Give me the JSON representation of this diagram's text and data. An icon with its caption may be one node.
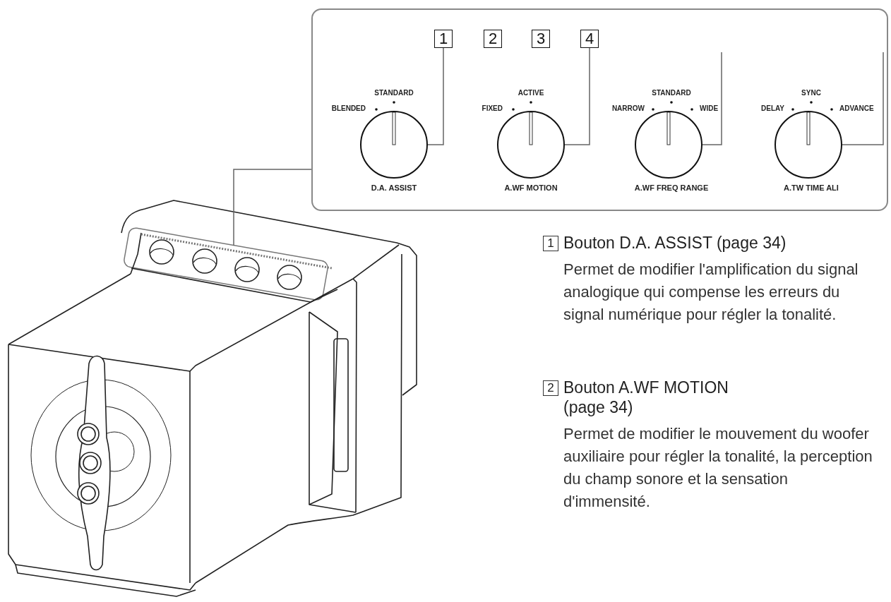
{
  "diagram": {
    "nodes": [
      {
        "text": [],
        "shape": "box"
      },
      {
        "text": [
          "1"
        ],
        "in": 0
      },
      {
        "text": [
          "2"
        ],
        "in": 0
      },
      {
        "text": [
          "3"
        ],
        "in": 0
      },
      {
        "text": [
          "4"
        ],
        "in": 0
      },
      {
        "text": [],
        "shape": "circle",
        "in": 0,
        "beside": [
          "BLENDED",
          "STANDARD",
          "D.A. ASSIST"
        ]
      },
      {
        "text": [],
        "shape": "circle",
        "in": 0,
        "beside": [
          "FIXED",
          "ACTIVE",
          "A.WF MOTION"
        ]
      },
      {
        "text": [],
        "shape": "circle",
        "in": 0,
        "beside": [
          "NARROW",
          "STANDARD",
          "WIDE",
          "A.WF FREQ RANGE"
        ]
      },
      {
        "text": [],
        "shape": "circle",
        "in": 0,
        "beside": [
          "DELAY",
          "SYNC",
          "ADVANCE",
          "A.TW TIME ALI"
        ]
      },
      {
        "text": [],
        "shape": "box"
      }
    ],
    "edges": [
      {
        "from": 1,
        "to": 5,
        "arrow": "none"
      },
      {
        "from": 4,
        "to": 6,
        "arrow": "none"
      },
      {
        "from": null,
        "to": 7,
        "arrow": "none"
      },
      {
        "from": null,
        "to": 8,
        "arrow": "none"
      },
      {
        "from": 0,
        "to": 9,
        "arrow": "none"
      }
    ],
    "labels": [
      "1",
      "Bouton D.A. ASSIST (page 34)",
      "Permet de modifier l'amplification du signal analogique qui compense les erreurs du signal numérique pour régler la tonalité.",
      "2",
      "Bouton A.WF MOTION (page 34)",
      "Permet de modifier le mouvement du woofer auxiliaire pour régler la tonalité, la perception du champ sonore et la sensation d'immensité."
    ]
  }
}
